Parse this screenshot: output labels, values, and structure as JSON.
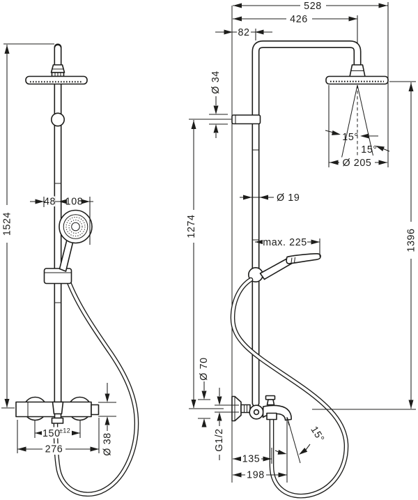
{
  "front_view": {
    "overall_height": "1524",
    "bar_offset": "48",
    "handshower_diameter": "108",
    "connection_distance": "150",
    "connection_tolerance": "±12",
    "valve_width": "276",
    "valve_body_diameter": "Ø 38"
  },
  "side_view": {
    "reach_overall": "528",
    "reach_arm": "426",
    "wall_offset": "82",
    "bracket_diameter": "Ø 34",
    "column_height": "1274",
    "pipe_diameter": "Ø 19",
    "holder_reach_max": "max. 225",
    "overall_height": "1396",
    "head_diameter": "Ø 205",
    "spray_angle_outer": "15°",
    "spray_angle_inner": "15°",
    "escutcheon_diameter": "Ø 70",
    "connection_thread": "G1/2",
    "hose_offset": "135",
    "spout_reach": "198",
    "spout_angle": "15°"
  },
  "colors": {
    "line": "#1d1d1b",
    "background": "#ffffff"
  }
}
